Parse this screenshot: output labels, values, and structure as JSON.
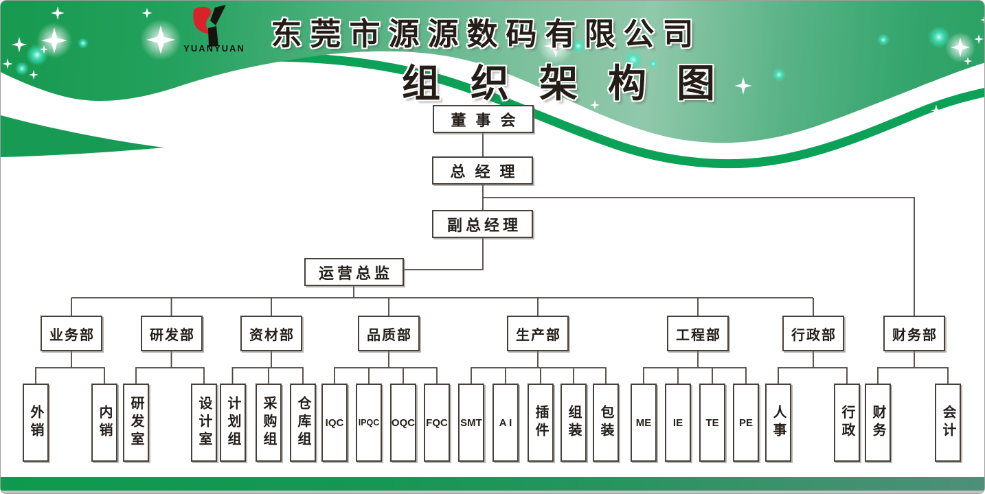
{
  "poster": {
    "company_name": "东莞市源源数码有限公司",
    "chart_title": "组织架构图",
    "logo_text": "YUANYUAN"
  },
  "colors": {
    "banner_green_dark": "#17994f",
    "banner_green_light": "#8fc7aa",
    "stripe_green": "#0ba157",
    "footer_green_left": "#0e9a4e",
    "footer_teal_right": "#4e8f79",
    "logo_red": "#d8232a",
    "line_color": "#4a4440",
    "box_border": "#46403b",
    "text_color": "#231c18"
  },
  "org_chart": {
    "top_chain": [
      {
        "label": "董事会"
      },
      {
        "label": "总经理"
      },
      {
        "label": "副总经理"
      },
      {
        "label": "运营总监"
      }
    ],
    "departments": [
      {
        "label": "业务部",
        "children": [
          "外销",
          "内销"
        ]
      },
      {
        "label": "研发部",
        "children": [
          "研发室",
          "设计室"
        ]
      },
      {
        "label": "资材部",
        "children": [
          "计划组",
          "采购组",
          "仓库组"
        ]
      },
      {
        "label": "品质部",
        "children": [
          "IQC",
          "IPQC",
          "OQC",
          "FQC"
        ]
      },
      {
        "label": "生产部",
        "children": [
          "SMT",
          "A I",
          "插件",
          "组装",
          "包装"
        ]
      },
      {
        "label": "工程部",
        "children": [
          "ME",
          "IE",
          "TE",
          "PE"
        ]
      },
      {
        "label": "行政部",
        "children": [
          "人事",
          "行政"
        ]
      },
      {
        "label": "财务部",
        "children": [
          "财务",
          "会计"
        ]
      }
    ]
  }
}
